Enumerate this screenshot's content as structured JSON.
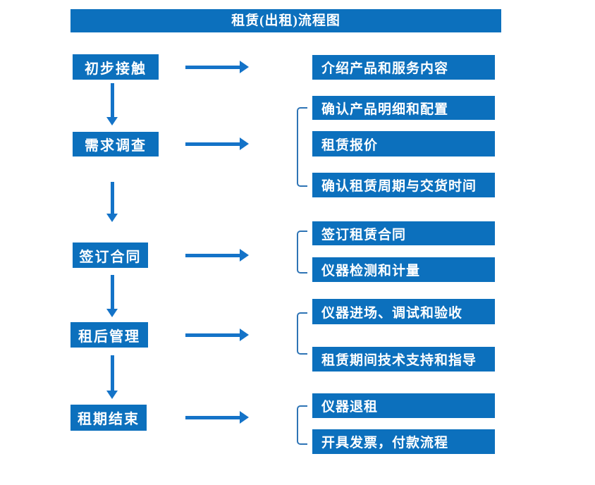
{
  "title": "租赁(出租)流程图",
  "colors": {
    "box_blue": "#0C70BD",
    "arrow_blue": "#1473C8",
    "bracket_blue": "#2E74B5",
    "text_white": "#FFFFFF",
    "background": "#FFFFFF"
  },
  "rows": [
    {
      "step": "初步接触",
      "details": [
        "介绍产品和服务内容"
      ]
    },
    {
      "step": "需求调查",
      "details": [
        "确认产品明细和配置",
        "租赁报价",
        "确认租赁周期与交货时间"
      ]
    },
    {
      "step": "签订合同",
      "details": [
        "签订租赁合同",
        "仪器检测和计量"
      ]
    },
    {
      "step": "租后管理",
      "details": [
        "仪器进场、调试和验收",
        "租赁期间技术支持和指导"
      ]
    },
    {
      "step": "租期结束",
      "details": [
        "仪器退租",
        "开具发票，付款流程"
      ]
    }
  ]
}
